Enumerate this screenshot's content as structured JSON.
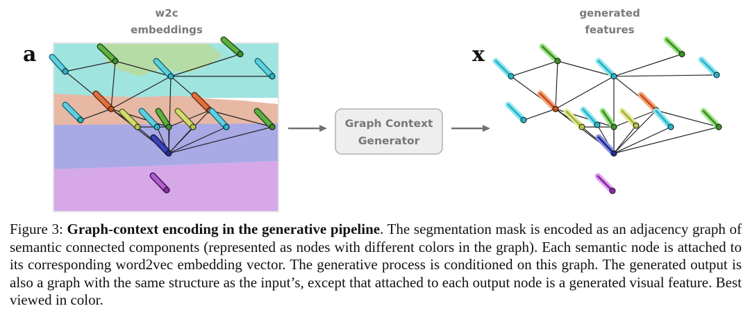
{
  "figure": {
    "left_label_top": "w2c",
    "left_label_bottom": "embeddings",
    "left_var": "a",
    "box_line1": "Graph Context",
    "box_line2": "Generator",
    "right_label_top": "generated",
    "right_label_bottom": "features",
    "right_var": "x"
  },
  "caption": {
    "prefix": "Figure 3: ",
    "title": "Graph-context encoding in the generative pipeline",
    "body": ". The segmentation mask is encoded as an adjacency graph of semantic connected components (represented as nodes with different colors in the graph). Each semantic node is attached to its corresponding word2vec embedding vector. The generative process is conditioned on this graph. The generated output is also a graph with the same structure as the input’s, except that attached to each output node is a generated visual feature. Best viewed in color."
  },
  "colors": {
    "cyan": "#2bb5c8",
    "green": "#3f8f2a",
    "orange": "#c8501c",
    "yellowgreen": "#b8c24a",
    "navy": "#242c8c",
    "purple": "#8a2aa8",
    "arrow": "#707070",
    "box_fill": "#eeeeee",
    "box_stroke": "#b0b0b0"
  }
}
